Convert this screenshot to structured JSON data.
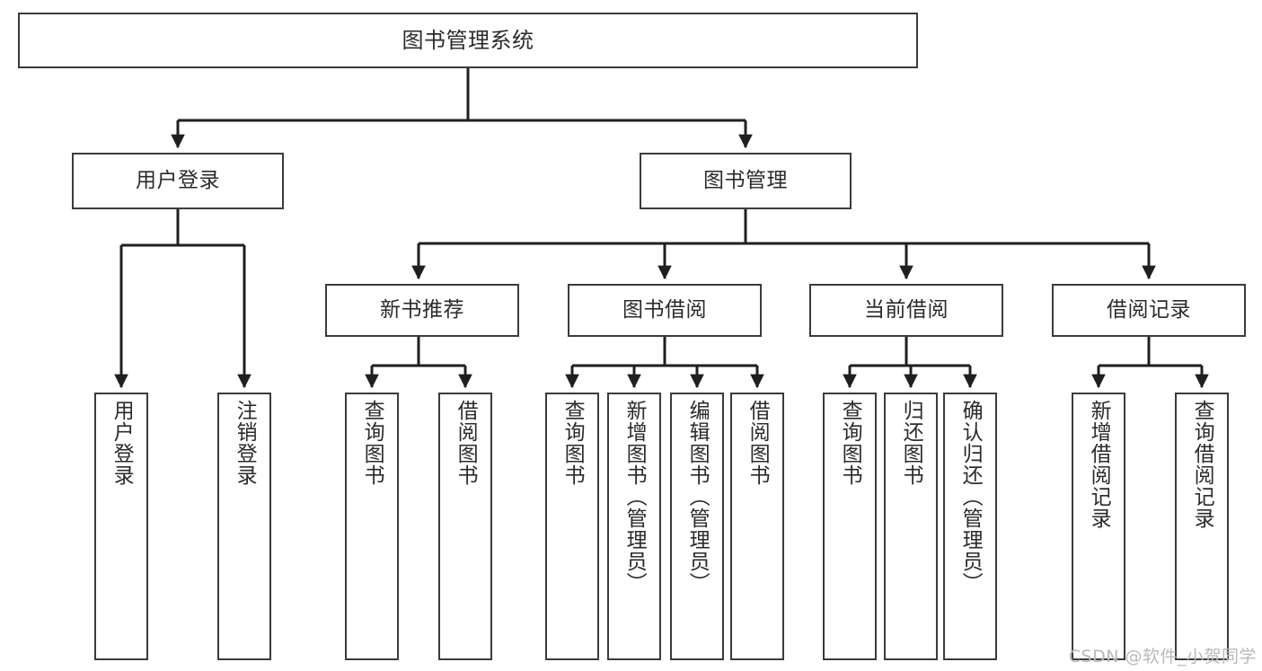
{
  "diagram": {
    "title": "图书管理系统",
    "type": "tree",
    "watermark": "CSDN @软件_小贺同学",
    "colors": {
      "box_border": "#3b3b3b",
      "box_fill": "#ffffff",
      "edge": "#1f1f1f",
      "text": "#2b2b2b",
      "watermark": "#b9b9b9",
      "background": "#ffffff"
    },
    "levels": {
      "level0": "系统",
      "level1": "模块",
      "level2": "子模块",
      "level3": "功能"
    },
    "nodes": {
      "root": {
        "label": "图书管理系统",
        "orientation": "horizontal"
      },
      "l1": [
        {
          "id": "user-login",
          "label": "用户登录",
          "orientation": "horizontal"
        },
        {
          "id": "book-manage",
          "label": "图书管理",
          "orientation": "horizontal"
        }
      ],
      "l2": [
        {
          "id": "new-book-rec",
          "label": "新书推荐",
          "orientation": "horizontal",
          "parent": "book-manage"
        },
        {
          "id": "book-borrow",
          "label": "图书借阅",
          "orientation": "horizontal",
          "parent": "book-manage"
        },
        {
          "id": "current-borrow",
          "label": "当前借阅",
          "orientation": "horizontal",
          "parent": "book-manage"
        },
        {
          "id": "borrow-record",
          "label": "借阅记录",
          "orientation": "horizontal",
          "parent": "book-manage"
        }
      ],
      "leaves": [
        {
          "id": "leaf-user-login",
          "label": "用户登录",
          "parent": "user-login"
        },
        {
          "id": "leaf-logout-login",
          "label": "注销登录",
          "parent": "user-login"
        },
        {
          "id": "leaf-query-book-1",
          "label": "查询图书",
          "parent": "new-book-rec"
        },
        {
          "id": "leaf-borrow-book-1",
          "label": "借阅图书",
          "parent": "new-book-rec"
        },
        {
          "id": "leaf-query-book-2",
          "label": "查询图书",
          "parent": "book-borrow"
        },
        {
          "id": "leaf-add-book",
          "label": "新增图书（管理员）",
          "parent": "book-borrow"
        },
        {
          "id": "leaf-edit-book",
          "label": "编辑图书（管理员）",
          "parent": "book-borrow"
        },
        {
          "id": "leaf-borrow-book-2",
          "label": "借阅图书",
          "parent": "book-borrow"
        },
        {
          "id": "leaf-query-book-3",
          "label": "查询图书",
          "parent": "current-borrow"
        },
        {
          "id": "leaf-return-book",
          "label": "归还图书",
          "parent": "current-borrow"
        },
        {
          "id": "leaf-confirm-return",
          "label": "确认归还（管理员）",
          "parent": "current-borrow"
        },
        {
          "id": "leaf-add-record",
          "label": "新增借阅记录",
          "parent": "borrow-record"
        },
        {
          "id": "leaf-query-record",
          "label": "查询借阅记录",
          "parent": "borrow-record"
        }
      ]
    }
  }
}
